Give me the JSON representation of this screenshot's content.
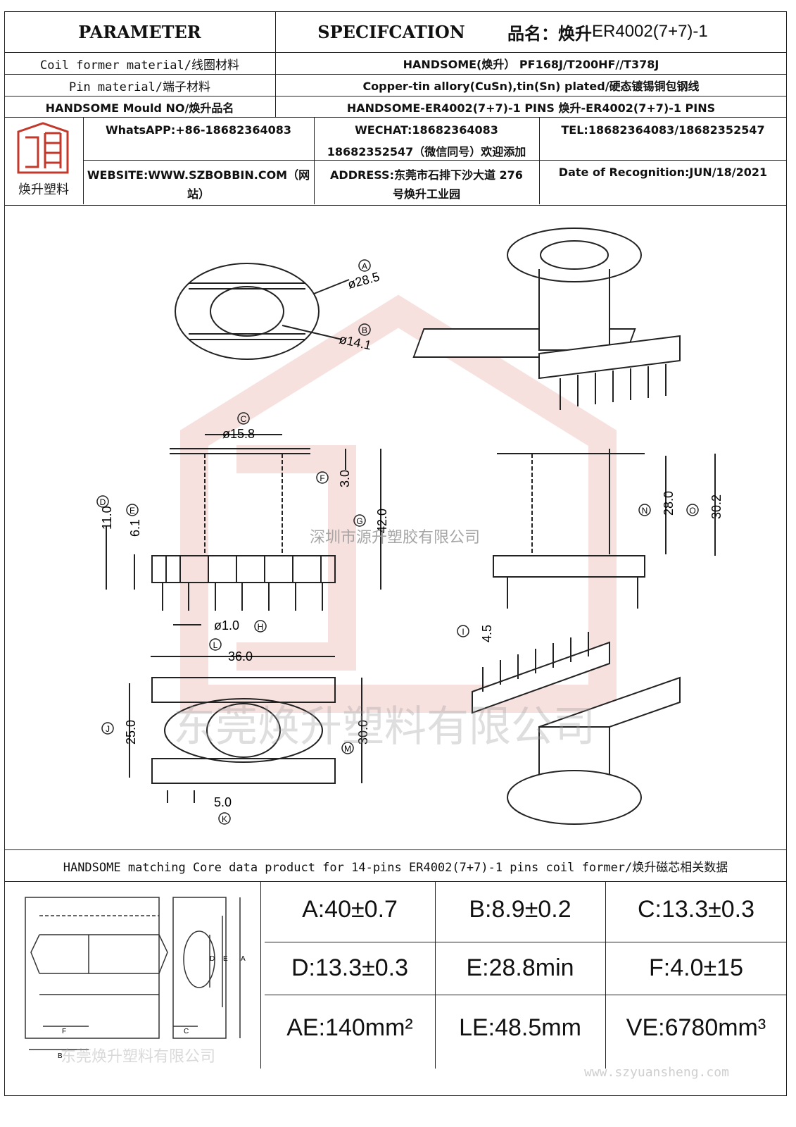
{
  "header": {
    "parameter": "PARAMETER",
    "specification": "SPECIFCATION",
    "product_name_label": "品名：焕升",
    "product_name_value": "ER4002(7+7)-1"
  },
  "spec_rows": [
    {
      "label": "Coil former material/线圈材料",
      "value": "HANDSOME(焕升）   PF168J/T200HF//T378J"
    },
    {
      "label": "Pin material/端子材料",
      "value": "Copper-tin allory(CuSn),tin(Sn) plated/硬态镀锡铜包钢线"
    },
    {
      "label": "HANDSOME Mould NO/焕升品名",
      "value": "HANDSOME-ER4002(7+7)-1 PINS    焕升-ER4002(7+7)-1 PINS"
    }
  ],
  "company": {
    "logo_text": "焕升塑料",
    "whatsapp": "WhatsAPP:+86-18682364083",
    "wechat_line1": "WECHAT:18682364083",
    "wechat_line2": "18682352547（微信同号）欢迎添加",
    "tel": "TEL:18682364083/18682352547",
    "website_line1": "WEBSITE:WWW.SZBOBBIN.COM（网",
    "website_line2": "站）",
    "address_line1": "ADDRESS:东莞市石排下沙大道 276",
    "address_line2": "号焕升工业园",
    "date": "Date of Recognition:JUN/18/2021"
  },
  "drawing": {
    "labels": {
      "A": "A",
      "B": "B",
      "C": "C",
      "D": "D",
      "E": "E",
      "F": "F",
      "G": "G",
      "H": "H",
      "I": "I",
      "J": "J",
      "K": "K",
      "L": "L",
      "M": "M",
      "N": "N",
      "O": "O"
    },
    "dims": {
      "A": "ø28.5",
      "B": "ø14.1",
      "C": "ø15.8",
      "F": "3.0",
      "G": "42.0",
      "D": "11.0",
      "E": "6.1",
      "H": "ø1.0",
      "N": "28.0",
      "O": "30.2",
      "I": "4.5",
      "L": "36.0",
      "J": "25.0",
      "M": "30.0",
      "K": "5.0"
    },
    "watermark_center": "深圳市源升塑胶有限公司",
    "watermark_large": "东莞焕升塑料有限公司"
  },
  "core_title": "HANDSOME matching Core data  product for 14-pins ER4002(7+7)-1 pins coil former/焕升磁芯相关数据",
  "core_values": [
    [
      "A:40±0.7",
      "B:8.9±0.2",
      "C:13.3±0.3"
    ],
    [
      "D:13.3±0.3",
      "E:28.8min",
      "F:4.0±15"
    ],
    [
      "AE:140mm²",
      "LE:48.5mm",
      "VE:6780mm³"
    ]
  ],
  "core_drawing_labels": {
    "A": "A",
    "B": "B",
    "C": "C",
    "D": "D",
    "E": "E",
    "F": "F"
  },
  "bottom_watermark": "东莞焕升塑料有限公司",
  "footer_url": "www.szyuansheng.com"
}
